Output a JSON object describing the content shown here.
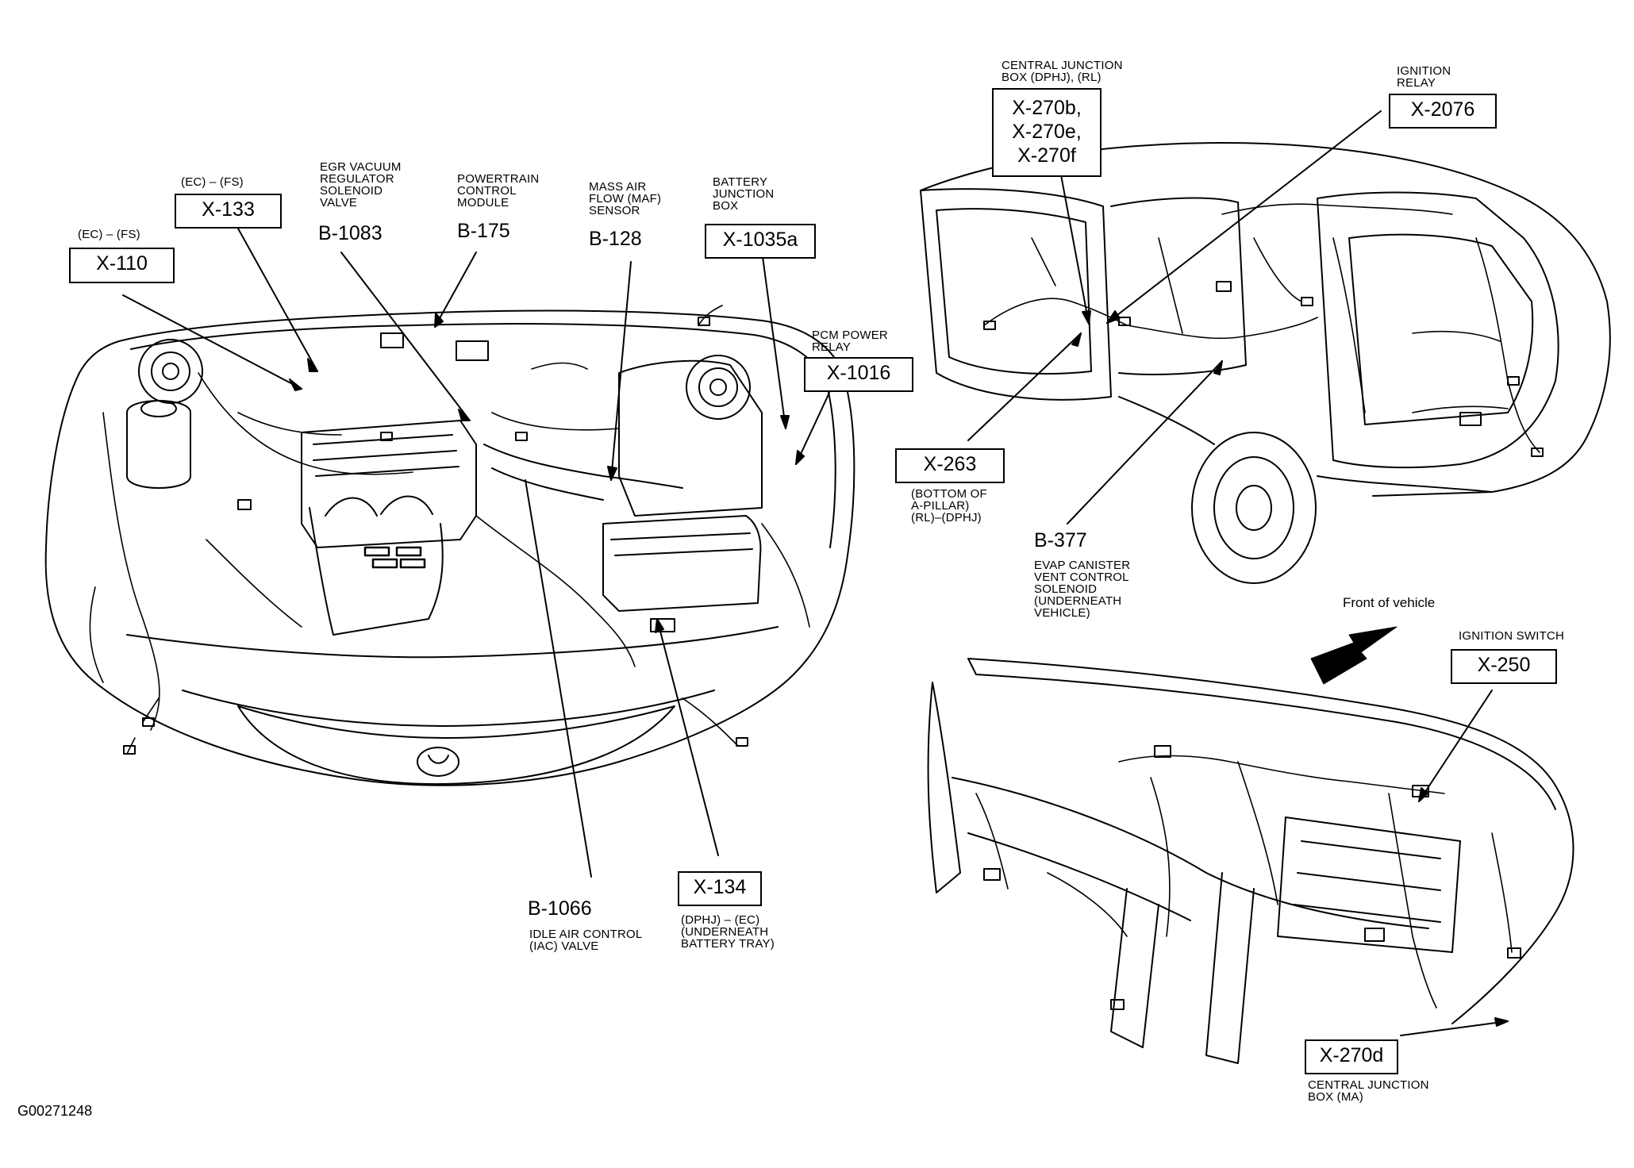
{
  "figure_id": "G00271248",
  "front_of_vehicle": "Front of vehicle",
  "callouts": {
    "x110": {
      "qualifier": "(EC) – (FS)",
      "id": "X-110"
    },
    "x133": {
      "qualifier": "(EC) – (FS)",
      "id": "X-133"
    },
    "b1083": {
      "desc": [
        "EGR VACUUM",
        "REGULATOR",
        "SOLENOID",
        "VALVE"
      ],
      "id": "B-1083"
    },
    "b175": {
      "desc": [
        "POWERTRAIN",
        "CONTROL",
        "MODULE"
      ],
      "id": "B-175"
    },
    "b128": {
      "desc": [
        "MASS AIR",
        "FLOW (MAF)",
        "SENSOR"
      ],
      "id": "B-128"
    },
    "x1035a": {
      "desc": [
        "BATTERY",
        "JUNCTION",
        "BOX"
      ],
      "id": "X-1035a"
    },
    "x1016": {
      "desc": [
        "PCM POWER",
        "RELAY"
      ],
      "id": "X-1016"
    },
    "b1066": {
      "id": "B-1066",
      "desc": [
        "IDLE AIR CONTROL",
        "(IAC) VALVE"
      ]
    },
    "x134": {
      "id": "X-134",
      "desc": [
        "(DPHJ) – (EC)",
        "(UNDERNEATH",
        "BATTERY TRAY)"
      ]
    },
    "x270bef": {
      "desc": [
        "CENTRAL JUNCTION",
        "BOX (DPHJ), (RL)"
      ],
      "ids": [
        "X-270b,",
        "X-270e,",
        "X-270f"
      ]
    },
    "x2076": {
      "desc": [
        "IGNITION",
        "RELAY"
      ],
      "id": "X-2076"
    },
    "x263": {
      "id": "X-263",
      "desc": [
        "(BOTTOM OF",
        "A-PILLAR)",
        "(RL)–(DPHJ)"
      ]
    },
    "b377": {
      "id": "B-377",
      "desc": [
        "EVAP CANISTER",
        "VENT CONTROL",
        "SOLENOID",
        "(UNDERNEATH",
        "VEHICLE)"
      ]
    },
    "x250": {
      "desc": [
        "IGNITION SWITCH"
      ],
      "id": "X-250"
    },
    "x270d": {
      "id": "X-270d",
      "desc": [
        "CENTRAL JUNCTION",
        "BOX (MA)"
      ]
    }
  }
}
